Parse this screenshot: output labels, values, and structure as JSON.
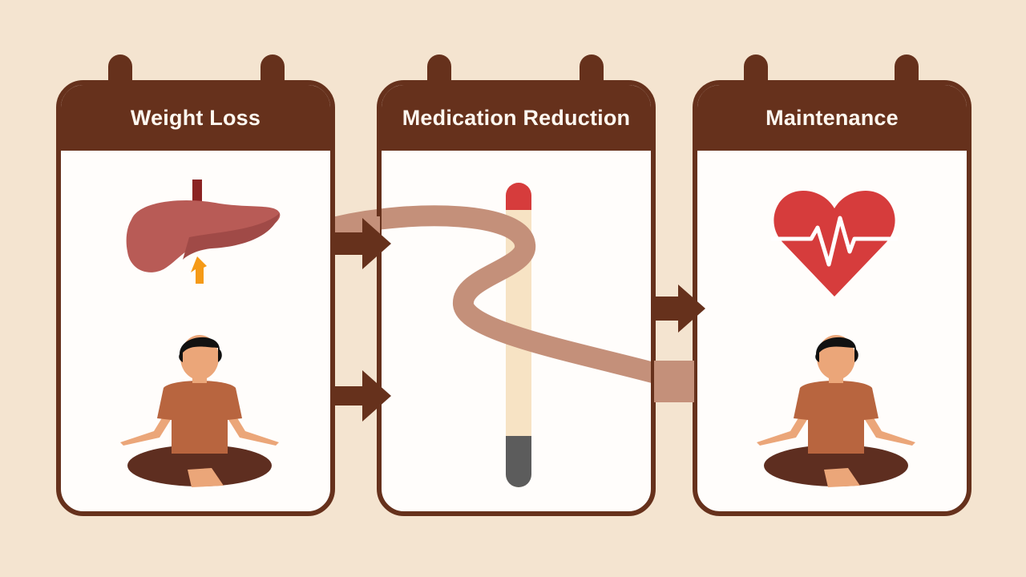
{
  "diagram": {
    "stages": [
      {
        "title": "Weight Loss",
        "icons": [
          "liver-icon",
          "meditating-person-icon"
        ]
      },
      {
        "title": "Medication Reduction",
        "icons": [
          "medication-gauge-icon"
        ]
      },
      {
        "title": "Maintenance",
        "icons": [
          "heartbeat-heart-icon",
          "meditating-person-icon"
        ]
      }
    ],
    "colors": {
      "background": "#f4e4d0",
      "card_border": "#66311c",
      "card_fill": "#fffdfb",
      "ribbon": "#c4907a",
      "heart": "#d63c3c",
      "arrow": "#66311c",
      "highlight_arrow": "#f59a17"
    }
  }
}
